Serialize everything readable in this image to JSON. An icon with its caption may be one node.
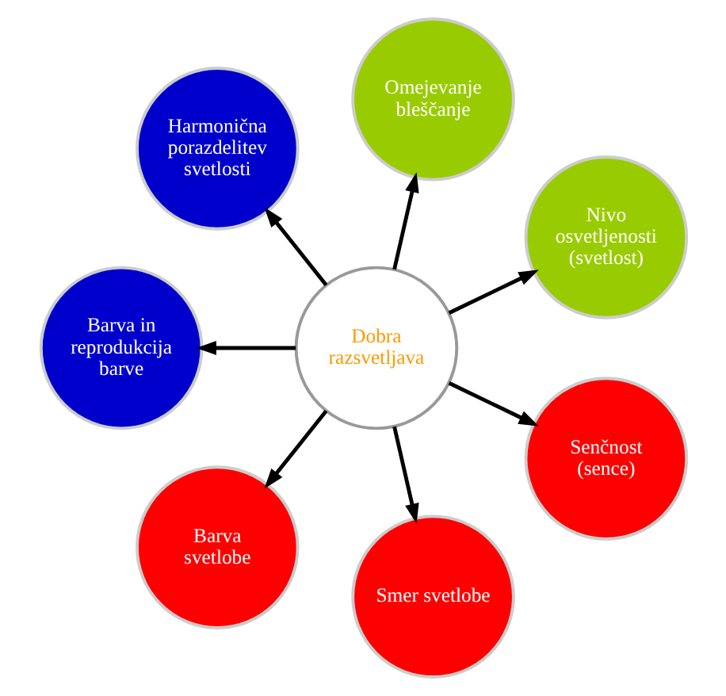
{
  "diagram": {
    "nodes": [
      {
        "text": [
          "Dobra razsvetljava"
        ]
      },
      {
        "text": [
          "Nivo osvetljenosti (svetlost)"
        ]
      },
      {
        "text": [
          "Omejevanje bleščanje"
        ]
      },
      {
        "text": [
          "Harmonična porazdelitev svetlosti"
        ]
      },
      {
        "text": [
          "Barva in reprodukcija barve"
        ]
      },
      {
        "text": [
          "Barva svetlobe"
        ]
      },
      {
        "text": [
          "Smer svetlobe"
        ]
      },
      {
        "text": [
          "Senčnost (sence)"
        ]
      }
    ],
    "edges": [
      {
        "from": 0,
        "to": 1,
        "arrow": "to"
      },
      {
        "from": 0,
        "to": 2,
        "arrow": "to"
      },
      {
        "from": 0,
        "to": 3,
        "arrow": "to"
      },
      {
        "from": 0,
        "to": 4,
        "arrow": "to"
      },
      {
        "from": 0,
        "to": 5,
        "arrow": "to"
      },
      {
        "from": 0,
        "to": 6,
        "arrow": "to"
      },
      {
        "from": 0,
        "to": 7,
        "arrow": "to"
      }
    ]
  }
}
